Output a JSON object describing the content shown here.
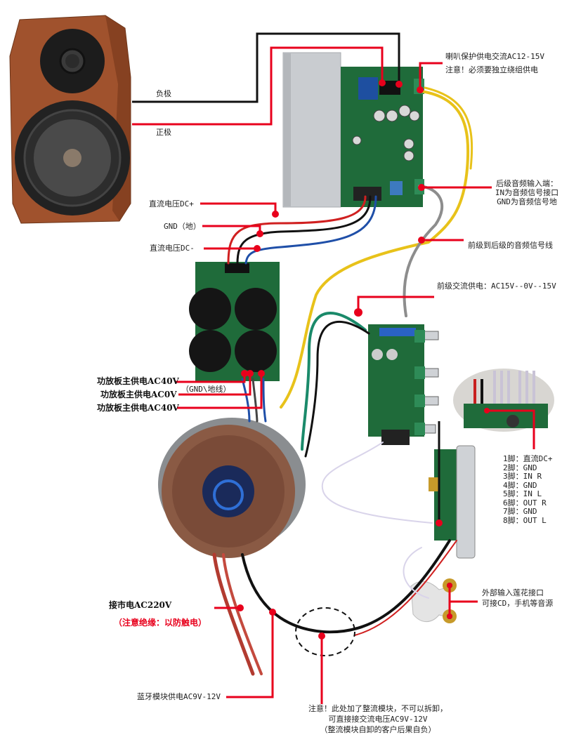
{
  "colors": {
    "annotation_line": "#e8001c",
    "speaker_wood": "#a0522d",
    "pcb_green": "#1f6b3a",
    "heatsink": "#c9ccd0",
    "copper": "#8a5a44",
    "yellow_wire": "#e8c21a",
    "grey_wire": "#8d8d8d",
    "green_wire": "#1a8a6a",
    "blue_wire": "#1f4fa8"
  },
  "labels": {
    "speaker_negative": "负极",
    "speaker_positive": "正极",
    "speaker_protect_line1": "喇叭保护供电交流AC12-15V",
    "speaker_protect_line2": "注意！必须要独立绕组供电",
    "dc_plus": "直流电压DC+",
    "gnd": "GND（地）",
    "dc_minus": "直流电压DC-",
    "rear_input_line1": "后级音频输入端：",
    "rear_input_line2": "IN为音频信号接口",
    "rear_input_line3": "GND为音频信号地",
    "pre_to_post_signal": "前级到后级的音频信号线",
    "preamp_ac_supply": "前级交流供电：AC15V--0V--15V",
    "amp_main_ac40v_1": "功放板主供电AC40V",
    "amp_main_ac0v": "功放板主供电AC0V",
    "gnd_ground_wire": "（GND\\地线）",
    "amp_main_ac40v_2": "功放板主供电AC40V",
    "mains_input": "接市电AC220V",
    "insulation_warning": "（注意绝缘：以防触电）",
    "bt_module_supply": "蓝牙模块供电AC9V-12V",
    "rectifier_note_line1": "注意！此处加了整流模块，不可以拆卸，",
    "rectifier_note_line2": "可直接接交流电压AC9V-12V",
    "rectifier_note_line3": "（整流模块自卸的客户后果自负）",
    "rca_input_line1": "外部输入莲花接口",
    "rca_input_line2": "可接CD，手机等音源"
  },
  "bt_pins": [
    "1脚：直流DC+",
    "2脚：GND",
    "3脚：IN R",
    "4脚：GND",
    "5脚：IN L",
    "6脚：OUT R",
    "7脚：GND",
    "8脚：OUT L"
  ]
}
